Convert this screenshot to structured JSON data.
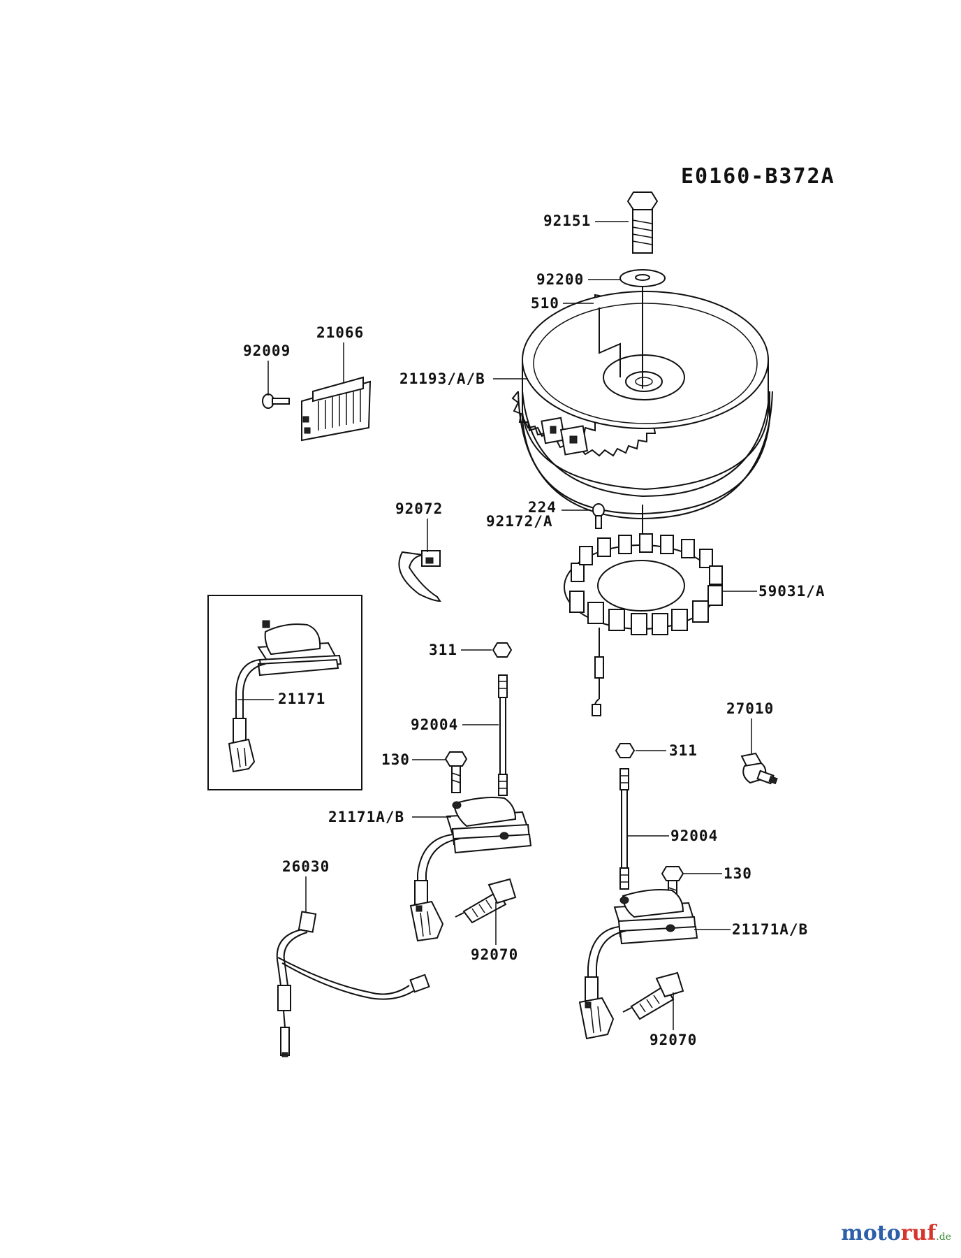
{
  "diagram": {
    "code": "E0160-B372A",
    "watermark": {
      "brand_main": "moto",
      "brand_accent": "ruf",
      "tld": ".de"
    },
    "callouts": [
      {
        "id": "c92151",
        "label": "92151"
      },
      {
        "id": "c92200",
        "label": "92200"
      },
      {
        "id": "c510",
        "label": "510"
      },
      {
        "id": "c21066",
        "label": "21066"
      },
      {
        "id": "c92009",
        "label": "92009"
      },
      {
        "id": "c21193",
        "label": "21193/A/B"
      },
      {
        "id": "c92072",
        "label": "92072"
      },
      {
        "id": "c224",
        "label": "224"
      },
      {
        "id": "c92172",
        "label": "92172/A"
      },
      {
        "id": "c59031",
        "label": "59031/A"
      },
      {
        "id": "c21171",
        "label": "21171"
      },
      {
        "id": "c311a",
        "label": "311"
      },
      {
        "id": "c92004a",
        "label": "92004"
      },
      {
        "id": "c27010",
        "label": "27010"
      },
      {
        "id": "c130a",
        "label": "130"
      },
      {
        "id": "c311b",
        "label": "311"
      },
      {
        "id": "c21171ab1",
        "label": "21171A/B"
      },
      {
        "id": "c92004b",
        "label": "92004"
      },
      {
        "id": "c26030",
        "label": "26030"
      },
      {
        "id": "c130b",
        "label": "130"
      },
      {
        "id": "c92070a",
        "label": "92070"
      },
      {
        "id": "c21171ab2",
        "label": "21171A/B"
      },
      {
        "id": "c92070b",
        "label": "92070"
      }
    ]
  }
}
